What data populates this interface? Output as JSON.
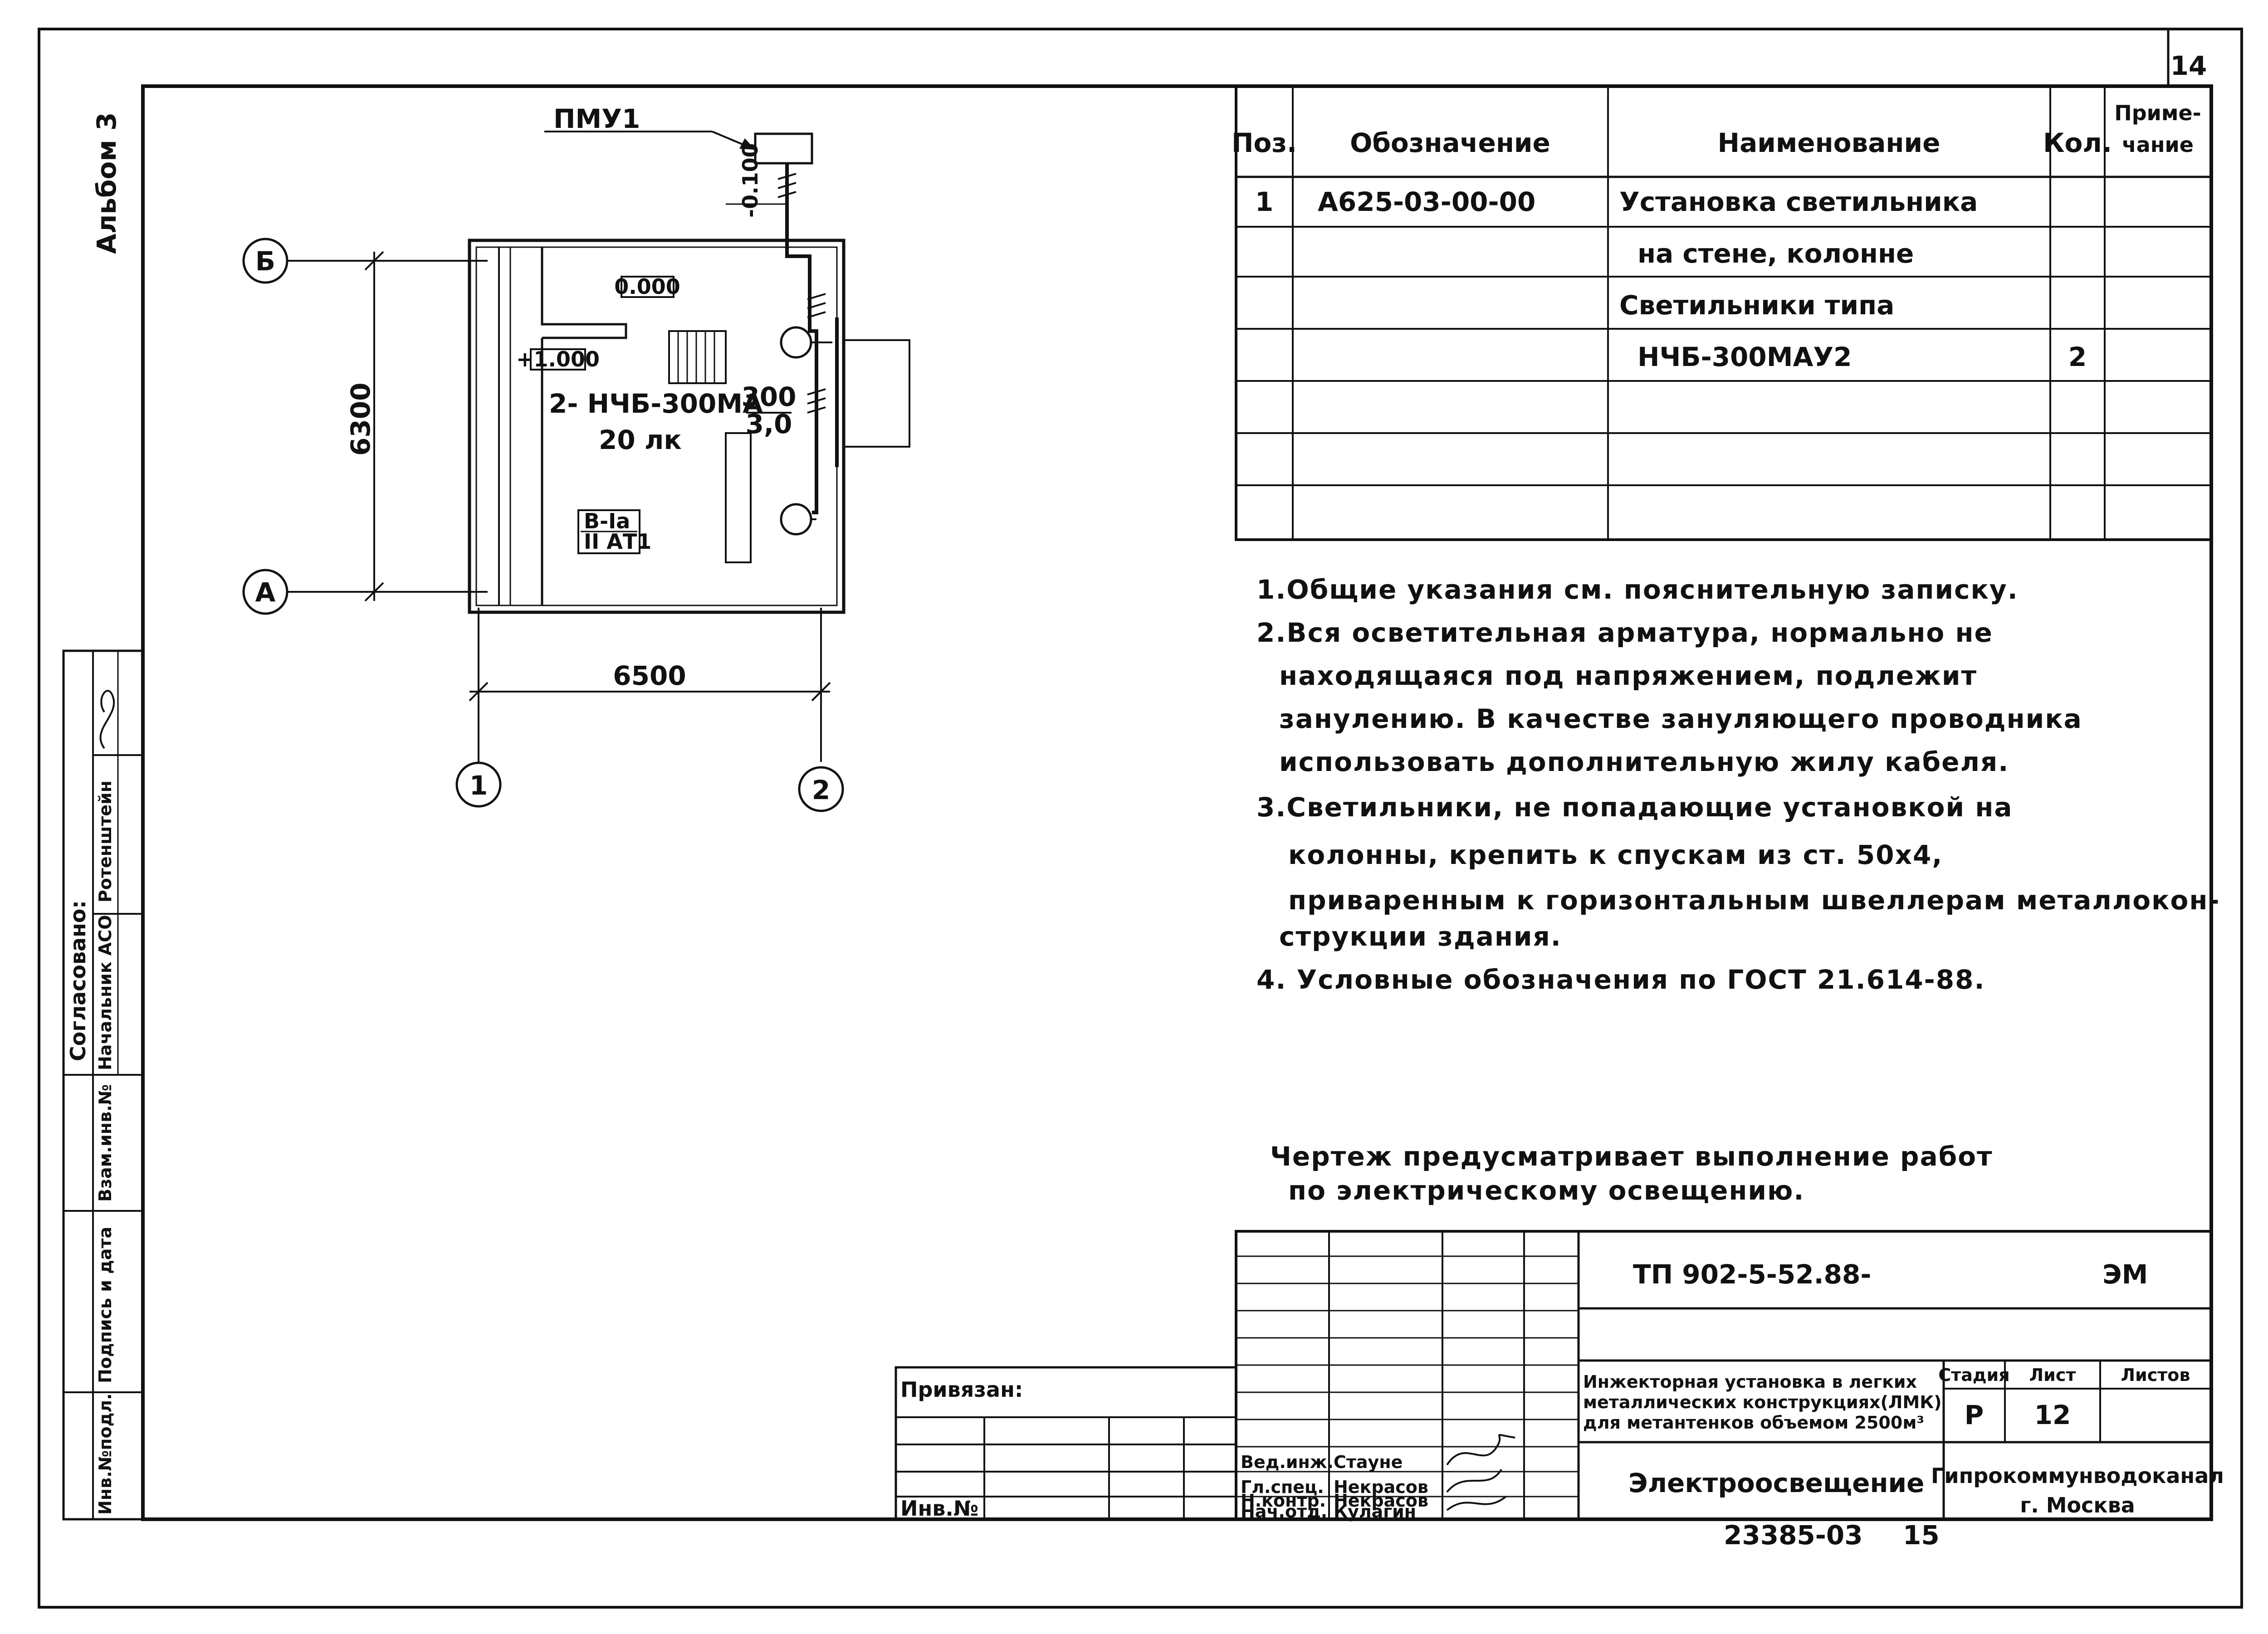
{
  "sheet_number": "14",
  "album": "Альбом 3",
  "plan": {
    "fixture_label": "ПМУ1",
    "mark_level_top": "-0.100",
    "mark_000": "0.000",
    "mark_1000": "+1.000",
    "lamp_text": "2- НЧБ-300МА",
    "lux_text": "20 лк",
    "fraction_num": "300",
    "fraction_den": "3,0",
    "zone_line1": "В-Iа",
    "zone_line2": "II АТ1",
    "axis_b": "Б",
    "axis_a": "А",
    "axis_1": "1",
    "axis_2": "2",
    "dim_vertical": "6300",
    "dim_horizontal": "6500"
  },
  "spec_table": {
    "headers": [
      "Поз.",
      "Обозначение",
      "Наименование",
      "Кол.",
      "Приме-",
      "чание"
    ],
    "rows": [
      [
        "1",
        "А625-03-00-00",
        "Установка светильника",
        "",
        ""
      ],
      [
        "",
        "",
        "на стене, колонне",
        "",
        ""
      ],
      [
        "",
        "",
        "Светильники типа",
        "",
        ""
      ],
      [
        "",
        "",
        "НЧБ-300МАУ2",
        "2",
        ""
      ],
      [
        "",
        "",
        "",
        "",
        ""
      ],
      [
        "",
        "",
        "",
        "",
        ""
      ],
      [
        "",
        "",
        "",
        "",
        ""
      ]
    ]
  },
  "notes": [
    "1.Общие указания см. пояснительную записку.",
    "2.Вся осветительная арматура, нормально не",
    "находящаяся под напряжением, подлежит",
    "занулению. В качестве зануляющего проводника",
    "использовать дополнительную жилу кабеля.",
    "3.Светильники, не попадающие установкой на",
    "колонны, крепить к спускам из ст. 50х4,",
    "приваренным к горизонтальным швеллерам металлокон-",
    "струкции здания.",
    "4. Условные обозначения по ГОСТ 21.614-88."
  ],
  "remark": [
    "Чертеж предусматривает выполнение работ",
    "по электрическому освещению."
  ],
  "left_stamp": {
    "agreed": "Согласовано:",
    "head": "Начальник АСО",
    "head_name": "Ротенштейн",
    "col1": "Инв.№подл.",
    "col2": "Подпись и дата",
    "col3": "Взам.инв.№"
  },
  "bind_box": {
    "attached": "Привязан:",
    "inv": "Инв.№"
  },
  "title_block": {
    "code": "ТП 902-5-52.88-",
    "mark": "ЭМ",
    "project_line1": "Инжекторная установка в легких",
    "project_line2": "металлических конструкциях(ЛМК)",
    "project_line3": "для метантенков объемом 2500м³",
    "stage_label": "Стадия",
    "sheet_label": "Лист",
    "sheets_label": "Листов",
    "stage": "Р",
    "sheet": "12",
    "drawing_title": "Электроосвещение",
    "org_line1": "Гипрокоммунводоканал",
    "org_line2": "г. Москва",
    "roles": [
      "Вед.инж.",
      "Гл.спец.",
      "Н.контр.",
      "Нач.отд."
    ],
    "names": [
      "Стауне",
      "Некрасов",
      "Некрасов",
      "Кулагин"
    ],
    "footer_number": "23385-03",
    "footer_page": "15"
  }
}
